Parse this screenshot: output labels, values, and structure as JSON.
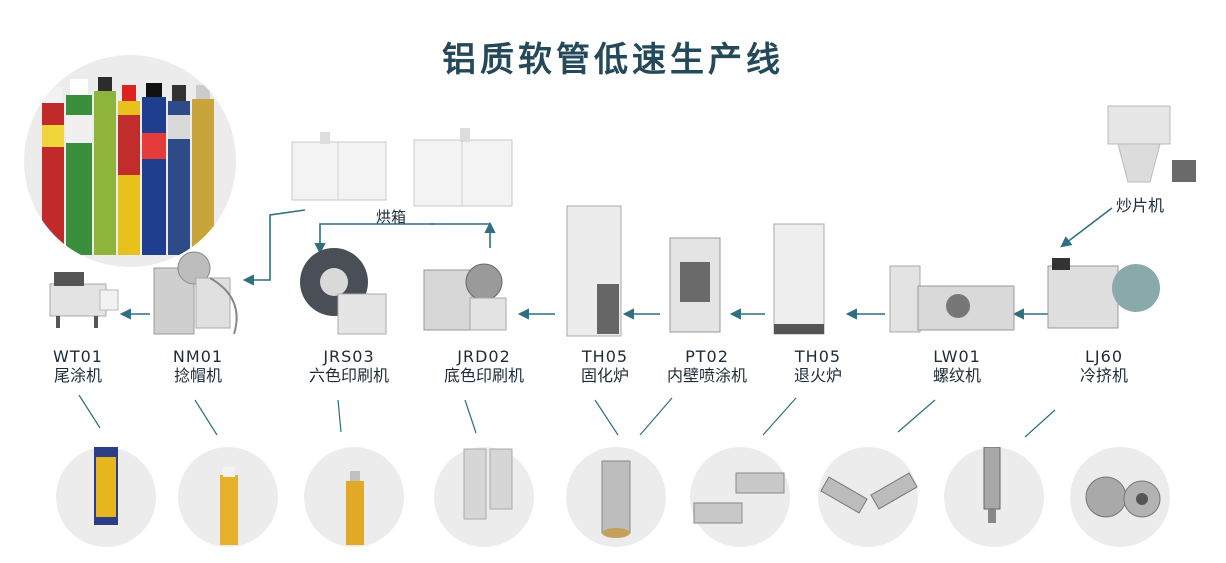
{
  "title": "铝质软管低速生产线",
  "oven_label": "烘箱",
  "flake_machine_label": "炒片机",
  "machines": [
    {
      "code": "WT01",
      "name": "尾涂机"
    },
    {
      "code": "NM01",
      "name": "捻帽机"
    },
    {
      "code": "JRS03",
      "name": "六色印刷机"
    },
    {
      "code": "JRD02",
      "name": "底色印刷机"
    },
    {
      "code": "TH05",
      "name": "固化炉"
    },
    {
      "code": "PT02",
      "name": "内壁喷涂机"
    },
    {
      "code": "TH05",
      "name": "退火炉"
    },
    {
      "code": "LW01",
      "name": "螺纹机"
    },
    {
      "code": "LJ60",
      "name": "冷挤机"
    }
  ],
  "colors": {
    "title": "#24495a",
    "flow_line": "#2f6f80",
    "circle_bg": "#ececec"
  }
}
